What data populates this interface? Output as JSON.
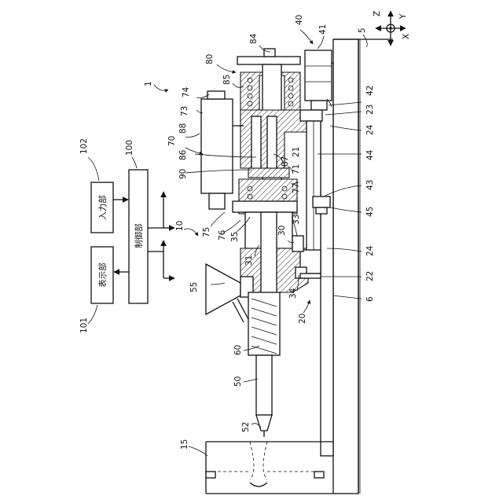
{
  "figure": {
    "labels": {
      "n1": "1",
      "n5": "5",
      "n6": "6",
      "n10": "10",
      "n15": "15",
      "n20": "20",
      "n21": "21",
      "n22": "22",
      "n23": "23",
      "n24a": "24",
      "n24b": "24",
      "n30": "30",
      "n31": "31",
      "n33": "33",
      "n34": "34",
      "n35": "35",
      "n40": "40",
      "n41": "41",
      "n42": "42",
      "n43": "43",
      "n44": "44",
      "n45": "45",
      "n50": "50",
      "n52": "52",
      "n55": "55",
      "n60": "60",
      "n70": "70",
      "n71": "71",
      "n73": "73",
      "n74": "74",
      "n75": "75",
      "n76": "76",
      "n77": "77",
      "n80": "80",
      "n84": "84",
      "n85": "85",
      "n86": "86",
      "n87": "87",
      "n88": "88",
      "n90": "90",
      "n100": "100",
      "n101": "101",
      "n102": "102"
    },
    "blocks": {
      "input_unit": "入力部",
      "control_unit": "制御部",
      "display_unit": "表示部"
    },
    "axes": {
      "z": "Z",
      "y": "Y",
      "x": "X"
    }
  }
}
